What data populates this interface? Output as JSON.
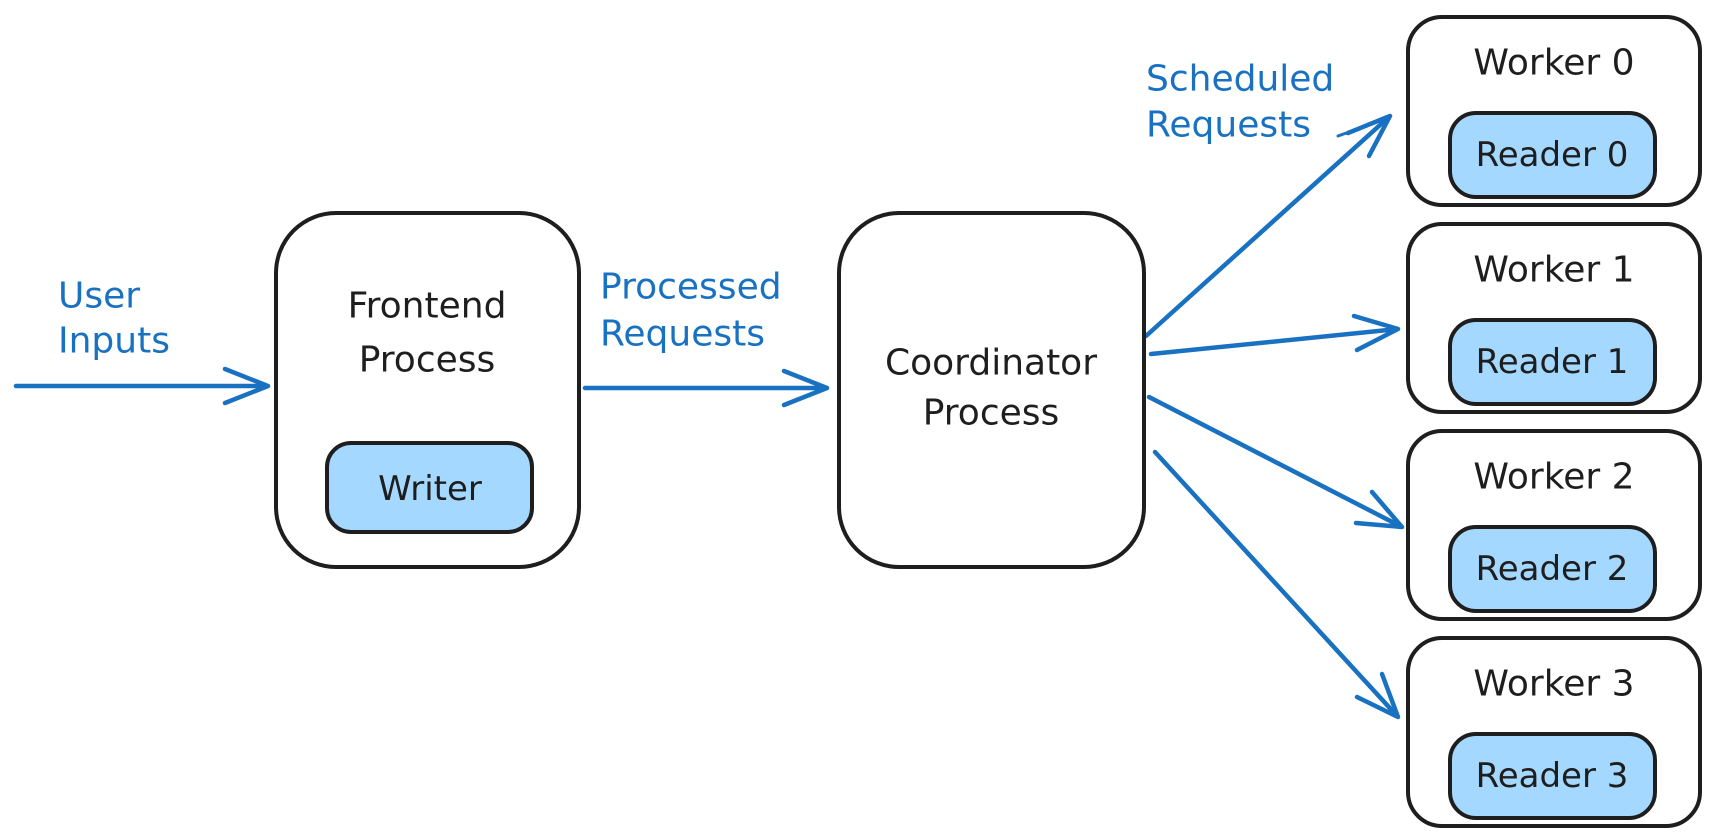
{
  "colors": {
    "accent": "#1971c2",
    "ink": "#1e1e1e",
    "node_fill": "#a5d8ff",
    "background": "#ffffff"
  },
  "labels": {
    "user_inputs": {
      "line1": "User",
      "line2": "Inputs"
    },
    "processed_requests": {
      "line1": "Processed",
      "line2": "Requests"
    },
    "scheduled_requests": {
      "line1": "Scheduled",
      "line2": "Requests"
    }
  },
  "nodes": {
    "frontend": {
      "title_line1": "Frontend",
      "title_line2": "Process",
      "child": "Writer"
    },
    "coordinator": {
      "title_line1": "Coordinator",
      "title_line2": "Process"
    },
    "workers": [
      {
        "title": "Worker 0",
        "reader": "Reader 0"
      },
      {
        "title": "Worker 1",
        "reader": "Reader 1"
      },
      {
        "title": "Worker 2",
        "reader": "Reader 2"
      },
      {
        "title": "Worker 3",
        "reader": "Reader 3"
      }
    ]
  }
}
